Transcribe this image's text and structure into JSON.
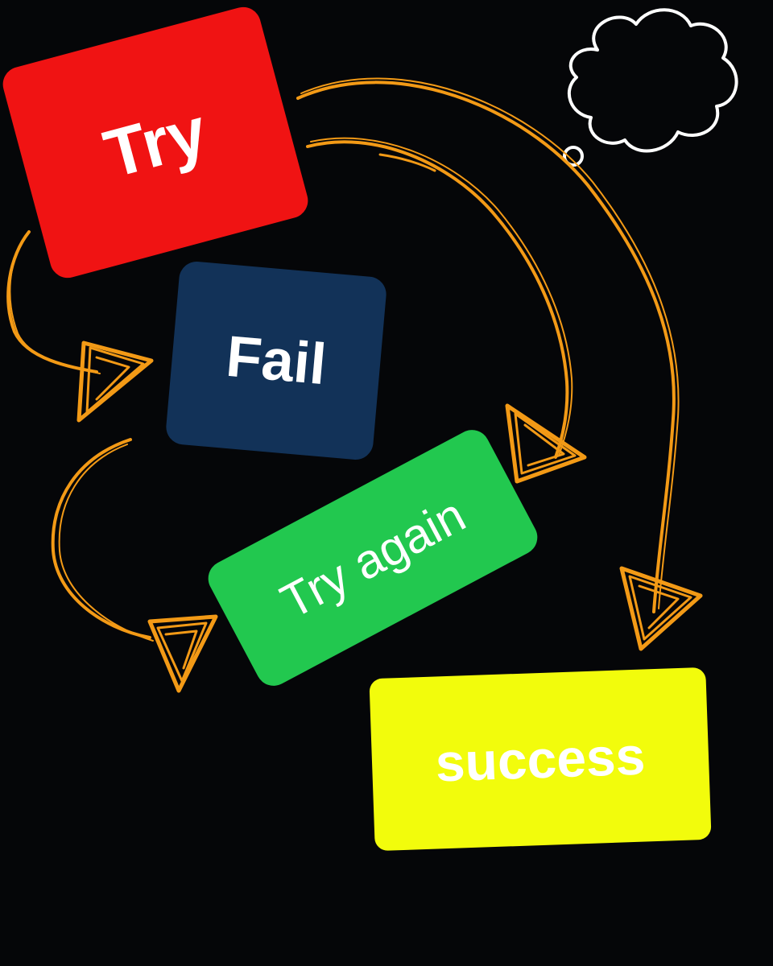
{
  "colors": {
    "background": "#050608",
    "arrow": "#F39A16",
    "cloud": "#FFFFFF",
    "try": "#F01313",
    "fail": "#123258",
    "try_again": "#22C84F",
    "success": "#F2FC0C"
  },
  "nodes": {
    "try": {
      "label": "Try"
    },
    "fail": {
      "label": "Fail"
    },
    "try_again": {
      "label": "Try again"
    },
    "success": {
      "label": "success"
    }
  },
  "edges": [
    {
      "from": "try",
      "to": "fail"
    },
    {
      "from": "fail",
      "to": "try_again"
    },
    {
      "from": "try",
      "to": "try_again"
    },
    {
      "from": "try",
      "to": "success"
    }
  ],
  "icons": {
    "thought_cloud": "thought-cloud-icon"
  }
}
